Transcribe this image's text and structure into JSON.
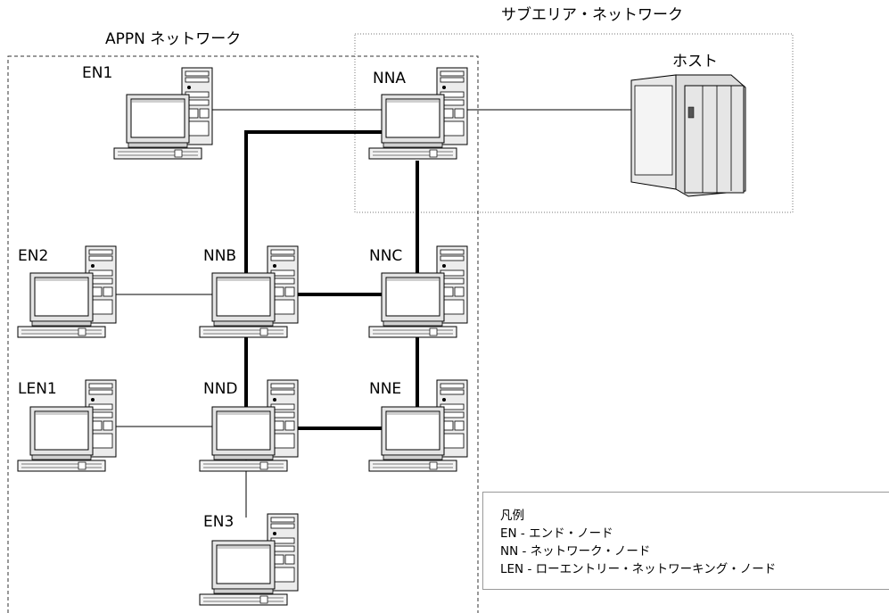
{
  "diagram": {
    "subarea_label": "サブエリア・ネットワーク",
    "appn_label": "APPN ネットワーク",
    "host_label": "ホスト",
    "nodes": {
      "en1": "EN1",
      "nna": "NNA",
      "en2": "EN2",
      "nnb": "NNB",
      "nnc": "NNC",
      "len1": "LEN1",
      "nnd": "NND",
      "nne": "NNE",
      "en3": "EN3"
    }
  },
  "legend": {
    "title": "凡例",
    "items": [
      "EN - エンド・ノード",
      "NN - ネットワーク・ノード",
      "LEN - ローエントリー・ネットワーキング・ノード"
    ]
  }
}
